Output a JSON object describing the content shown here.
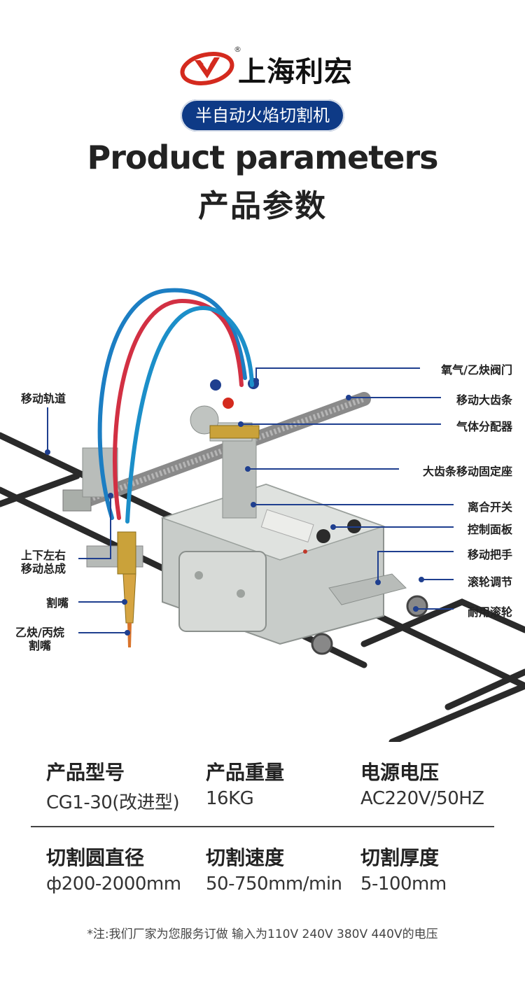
{
  "brand": {
    "name": "上海利宏",
    "registered": "®"
  },
  "header": {
    "pill": "半自动火焰切割机",
    "title_en": "Product parameters",
    "title_cn": "产品参数"
  },
  "callouts": {
    "right": [
      "氧气/乙炔阀门",
      "移动大齿条",
      "气体分配器",
      "大齿条移动固定座",
      "离合开关",
      "控制面板",
      "移动把手",
      "滚轮调节",
      "耐用滚轮"
    ],
    "left": [
      "移动轨道",
      "上下左右\n移动总成",
      "割嘴",
      "乙炔/丙烷\n割嘴"
    ]
  },
  "specs": [
    {
      "label": "产品型号",
      "value": "CG1-30(改进型)"
    },
    {
      "label": "产品重量",
      "value": "16KG"
    },
    {
      "label": "电源电压",
      "value": "AC220V/50HZ"
    },
    {
      "label": "切割圆直径",
      "value": "ф200-2000mm"
    },
    {
      "label": "切割速度",
      "value": "50-750mm/min"
    },
    {
      "label": "切割厚度",
      "value": "5-100mm"
    }
  ],
  "note": "*注:我们厂家为您服务订做 输入为110V 240V 380V 440V的电压",
  "colors": {
    "accent": "#0e3a86",
    "logo_red": "#d42a1e",
    "callout_line": "#1f3f8f"
  }
}
